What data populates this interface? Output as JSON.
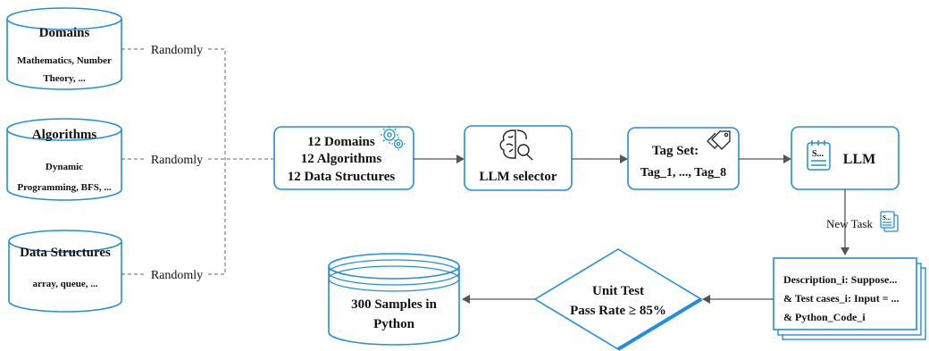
{
  "sources": [
    {
      "title": "Domains",
      "lines": [
        "Mathematics, Number",
        "Theory, ..."
      ]
    },
    {
      "title": "Algorithms",
      "lines": [
        "Dynamic",
        "Programming,  BFS, ..."
      ]
    },
    {
      "title": "Data Structures",
      "lines": [
        "array, queue, ..."
      ]
    }
  ],
  "connector_label": "Randomly",
  "pool": {
    "lines": [
      "12 Domains",
      "12 Algorithms",
      "12 Data Structures"
    ]
  },
  "selector": {
    "label": "LLM selector"
  },
  "tagset": {
    "line1": "Tag Set:",
    "line2": "Tag_1, ..., Tag_8"
  },
  "llm": {
    "label": "LLM"
  },
  "new_task_label": "New Task",
  "task": {
    "lines": [
      "Description_i: Suppose...",
      "& Test cases_i: Input = ...",
      "& Python_Code_i"
    ]
  },
  "unit_test": {
    "line1": "Unit Test",
    "line2": "Pass Rate ≥ 85%"
  },
  "output": {
    "lines": [
      "300 Samples in",
      "Python"
    ]
  },
  "colors": {
    "accent": "#1f8ee6",
    "dashed": "#666666",
    "arrow": "#555555"
  }
}
